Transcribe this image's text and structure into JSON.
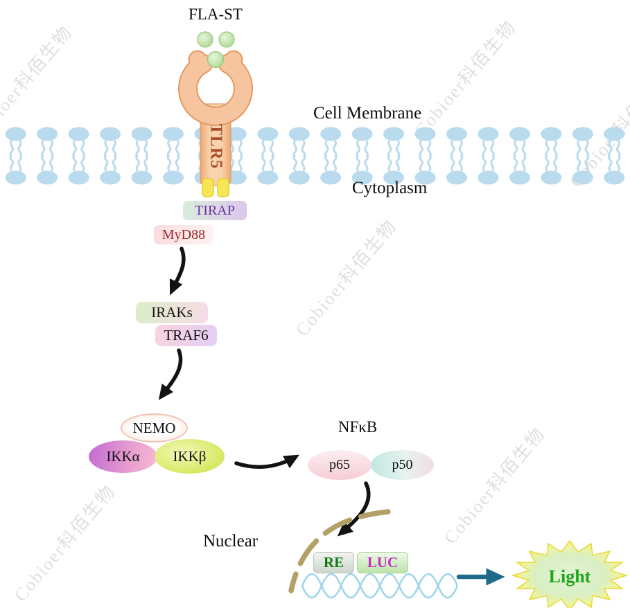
{
  "watermark": {
    "text": "Cobioer科佰生物"
  },
  "labels": {
    "ligand": "FLA-ST",
    "receptor": "TLR5",
    "cell_membrane": "Cell Membrane",
    "cytoplasm": "Cytoplasm",
    "tirap": "TIRAP",
    "myd88": "MyD88",
    "iraks": "IRAKs",
    "traf6": "TRAF6",
    "nemo": "NEMO",
    "ikk_alpha": "IKKα",
    "ikk_beta": "IKKβ",
    "nfkb": "NFκB",
    "p65": "p65",
    "p50": "p50",
    "nuclear": "Nuclear",
    "re": "RE",
    "luc": "LUC",
    "light": "Light"
  },
  "edges": [
    {
      "from": "FLA-ST",
      "to": "TLR5"
    },
    {
      "from": "TLR5",
      "to": "TIRAP / MyD88"
    },
    {
      "from": "MyD88",
      "to": "IRAKs / TRAF6"
    },
    {
      "from": "TRAF6",
      "to": "NEMO / IKKα / IKKβ"
    },
    {
      "from": "IKKβ",
      "to": "NFκB (p65 / p50)"
    },
    {
      "from": "NFκB",
      "to": "nucleus: RE-LUC"
    },
    {
      "from": "RE-LUC",
      "to": "Light"
    }
  ],
  "colors": {
    "membrane_blue": "#badaed",
    "receptor_peach": "#f6c5a0",
    "receptor_outline": "#e3995f",
    "receptor_text": "#a8502a",
    "tir_domain_yellow": "#f8e657",
    "ligand_green": "#b1dc96",
    "arrow_black": "#121212",
    "nuclear_membrane_tan": "#b2a066",
    "dna_blue": "#9fd5e8",
    "light_arrow_teal": "#1f6a88",
    "star_yellow": "#f7ef3e",
    "light_text_green": "#1ea51e",
    "tirap_text_purple": "#7030a0",
    "myd88_text_red": "#9c2727",
    "re_text_green": "#117a11",
    "luc_text_magenta": "#c22ec2"
  }
}
